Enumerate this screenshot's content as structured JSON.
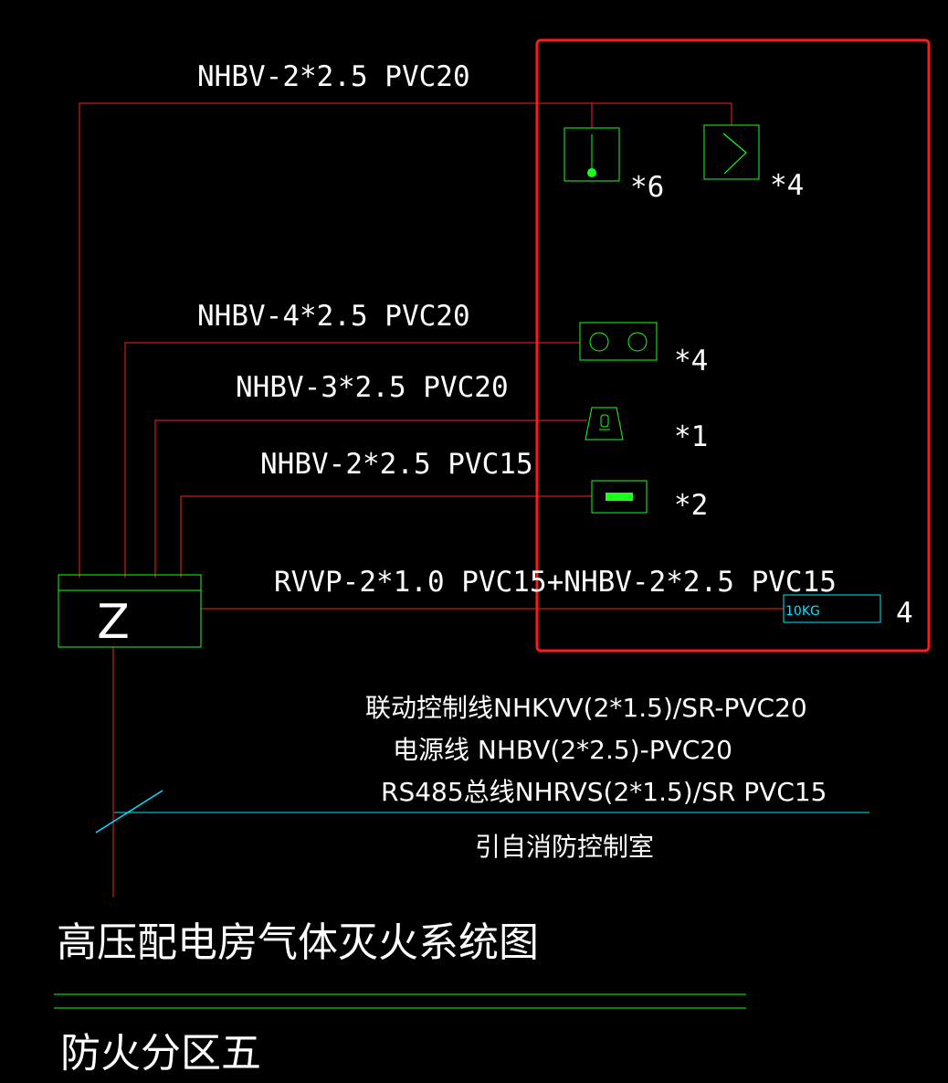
{
  "colors": {
    "wire_red": "#ff2020",
    "device_green": "#19ff19",
    "device_fill": "#19ff19",
    "bus_cyan": "#00e5ff",
    "frame_red": "#ff1a1a",
    "text_white": "#ffffff",
    "background": "#000000"
  },
  "cables": {
    "top": "NHBV-2*2.5  PVC20",
    "c4": "NHBV-4*2.5  PVC20",
    "c3": "NHBV-3*2.5  PVC20",
    "c2": "NHBV-2*2.5  PVC15",
    "bottle": "RVVP-2*1.0  PVC15+NHBV-2*2.5  PVC15"
  },
  "quantities": {
    "manual_button": "*6",
    "sound_light": "*4",
    "detector": "*4",
    "bell": "*1",
    "indicator": "*2",
    "bottle": "4"
  },
  "bottle_label": "10KG",
  "controller_label": "Z",
  "notes": {
    "linkage": "联动控制线NHKVV(2*1.5)/SR-PVC20",
    "power": "电源线 NHBV(2*2.5)-PVC20",
    "bus": "RS485总线NHRVS(2*1.5)/SR PVC15",
    "from": "引自消防控制室"
  },
  "title": "高压配电房气体灭火系统图",
  "subtitle": "防火分区五",
  "icons": {
    "manual_button": "manual-release-button-icon",
    "sound_light": "sound-light-alarm-icon",
    "detector": "smoke-heat-detector-icon",
    "bell": "alarm-bell-icon",
    "indicator": "discharge-indicator-icon",
    "bottle": "gas-cylinder-icon",
    "controller": "extinguishing-controller-icon"
  }
}
